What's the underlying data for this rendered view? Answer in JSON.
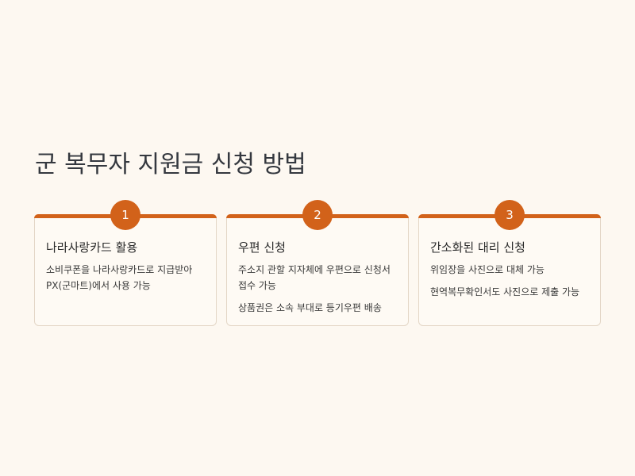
{
  "title": "군 복무자 지원금 신청 방법",
  "accent_color": "#d2621a",
  "cards": [
    {
      "number": "1",
      "title": "나라사랑카드 활용",
      "lines": [
        "소비쿠폰을 나라사랑카드로 지급받아 PX(군마트)에서 사용 가능"
      ]
    },
    {
      "number": "2",
      "title": "우편 신청",
      "lines": [
        "주소지 관할 지자체에 우편으로 신청서 접수 가능",
        "상품권은 소속 부대로 등기우편 배송"
      ]
    },
    {
      "number": "3",
      "title": "간소화된 대리 신청",
      "lines": [
        "위임장을 사진으로 대체 가능",
        "현역복무확인서도 사진으로 제출 가능"
      ]
    }
  ]
}
